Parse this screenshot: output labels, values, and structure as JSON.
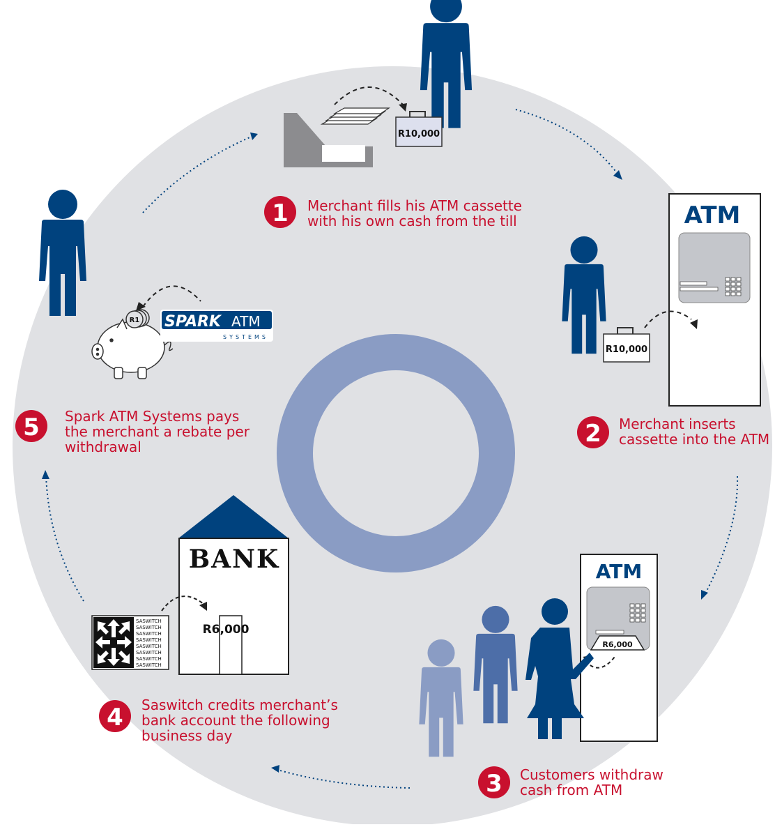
{
  "colors": {
    "background_circle": "#e0e1e4",
    "center_ring": "#8a9cc4",
    "person_dark": "#00427e",
    "person_mid": "#4d6ea8",
    "person_light": "#8a9cc4",
    "red": "#c8102e",
    "arrow": "#00427e",
    "till": "#8c8c8f",
    "atm_text": "#00427e"
  },
  "steps": [
    {
      "number": "1",
      "lines": [
        "Merchant fills his ATM cassette",
        "with his own cash from the till"
      ]
    },
    {
      "number": "2",
      "lines": [
        "Merchant inserts",
        "cassette into the ATM"
      ]
    },
    {
      "number": "3",
      "lines": [
        "Customers withdraw",
        "cash from ATM"
      ]
    },
    {
      "number": "4",
      "lines": [
        "Saswitch credits merchant’s",
        "bank account the following",
        "business day"
      ]
    },
    {
      "number": "5",
      "lines": [
        "Spark ATM Systems pays",
        "the merchant a rebate per",
        "withdrawal"
      ]
    }
  ],
  "labels": {
    "cassette_amount": "R10,000",
    "cassette_amount_2": "R10,000",
    "withdraw_amount": "R6,000",
    "bank_amount": "R6,000",
    "atm_sign": "ATM",
    "atm_sign_2": "ATM",
    "bank_sign": "BANK",
    "coin": "R1",
    "spark_logo_bold": "SPARK",
    "spark_logo_light": "ATM",
    "spark_logo_sub": "SYSTEMS",
    "saswitch_lines": [
      "SASWITCH",
      "SASWITCH",
      "SASWITCH",
      "SASWITCH",
      "SASWITCH",
      "SASWITCH",
      "SASWITCH",
      "SASWITCH"
    ]
  },
  "icons": [
    "person-icon",
    "cash-till-icon",
    "banknotes-icon",
    "cassette-icon",
    "atm-icon",
    "bank-icon",
    "piggy-bank-icon",
    "spark-atm-logo",
    "saswitch-logo"
  ]
}
